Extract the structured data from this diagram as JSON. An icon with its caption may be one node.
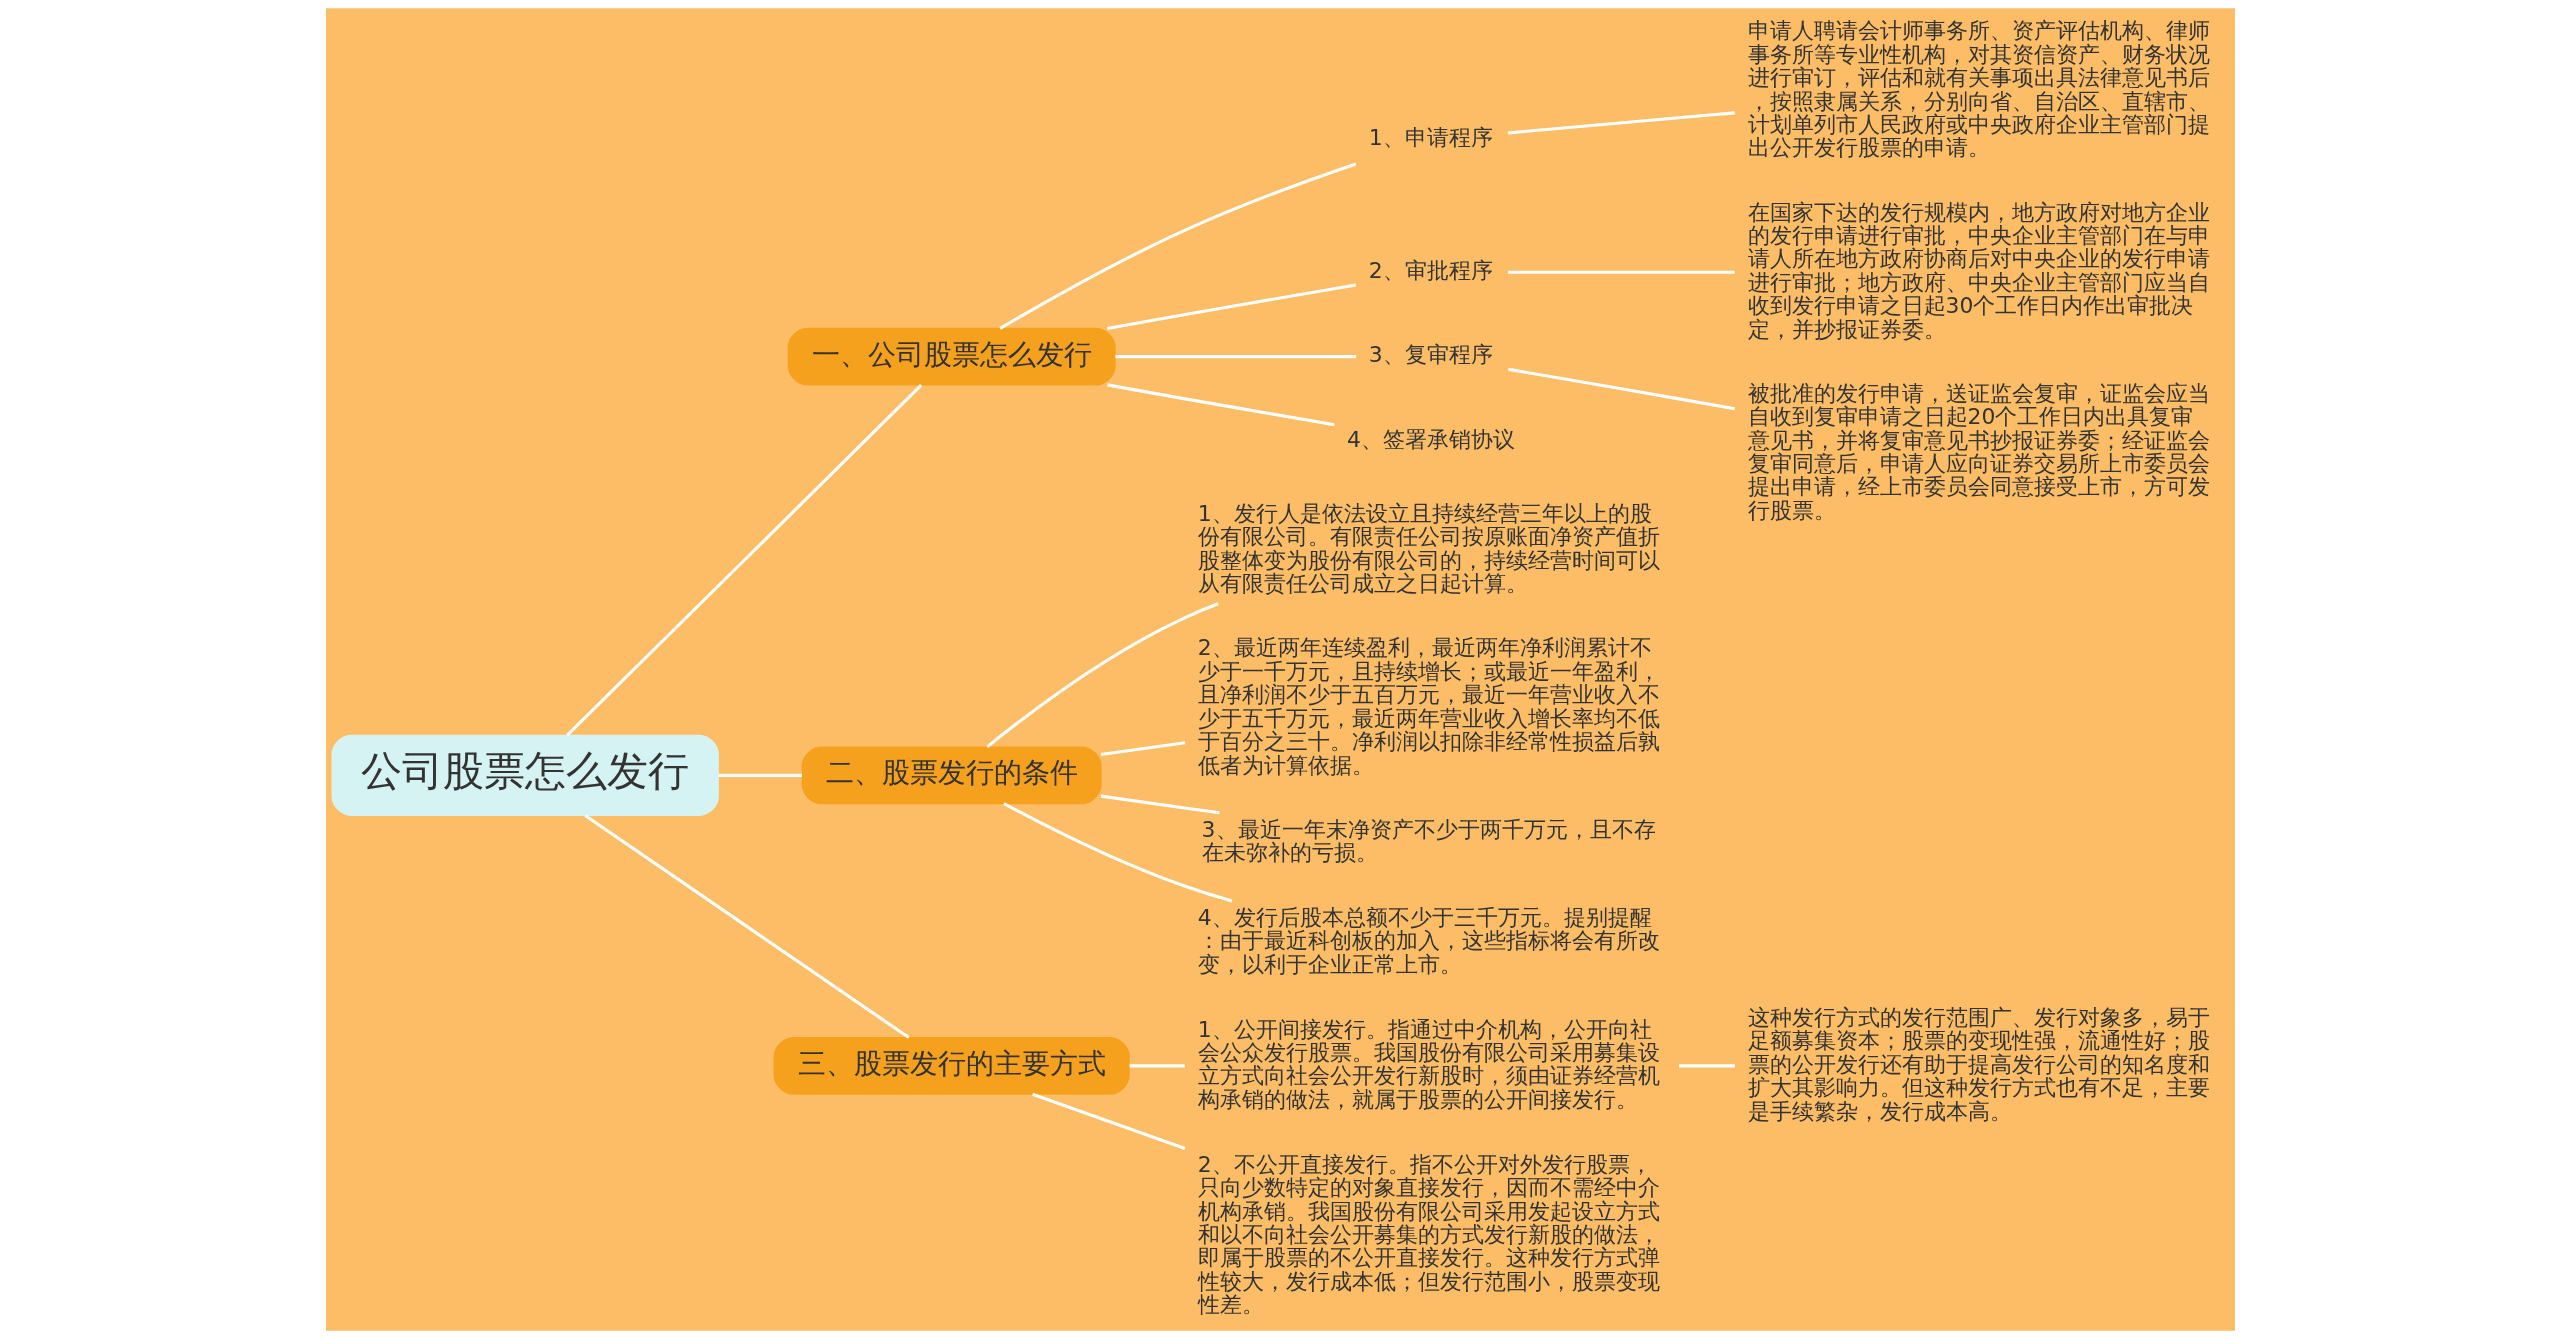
{
  "diagram": {
    "nodes": [
      {
        "text": [
          "公司股票怎么发行"
        ]
      },
      {
        "text": [
          "一、公司股票怎么发行"
        ]
      },
      {
        "text": [
          "1、申请程序"
        ]
      },
      {
        "text": [
          "申请人聘请会计师事务所、资产评估机构、律师事务所等专业性机构，对其资信资产、财务状况进行审订，评估和就有关事项出具法律意见书后，按照隶属关系，分别向省、自治区、直辖市、计划单列市人民政府或中央政府企业主管部门提出公开发行股票的申请。"
        ]
      },
      {
        "text": [
          "2、审批程序"
        ]
      },
      {
        "text": [
          "在国家下达的发行规模内，地方政府对地方企业的发行申请进行审批，中央企业主管部门在与申请人所在地方政府协商后对中央企业的发行申请进行审批；地方政府、中央企业主管部门应当自收到发行申请之日起30个工作日内作出审批决定，并抄报证券委。"
        ]
      },
      {
        "text": [
          "3、复审程序"
        ]
      },
      {
        "text": [
          "被批准的发行申请，送证监会复审，证监会应当自收到复审申请之日起20个工作日内出具复审意见书，并将复审意见书抄报证券委；经证监会复审同意后，申请人应向证券交易所上市委员会提出申请，经上市委员会同意接受上市，方可发行股票。"
        ]
      },
      {
        "text": [
          "4、签署承销协议"
        ]
      },
      {
        "text": [
          "二、股票发行的条件"
        ]
      },
      {
        "text": [
          "1、发行人是依法设立且持续经营三年以上的股份有限公司。有限责任公司按原账面净资产值折股整体变为股份有限公司的，持续经营时间可以从有限责任公司成立之日起计算。"
        ]
      },
      {
        "text": [
          "2、最近两年连续盈利，最近两年净利润累计不少于一千万元，且持续增长；或最近一年盈利，且净利润不少于五百万元，最近一年营业收入不少于五千万元，最近两年营业收入增长率均不低于百分之三十。净利润以扣除非经常性损益后孰低者为计算依据。"
        ]
      },
      {
        "text": [
          "3、最近一年末净资产不少于两千万元，且不存在未弥补的亏损。"
        ]
      },
      {
        "text": [
          "4、发行后股本总额不少于三千万元。提别提醒：由于最近科创板的加入，这些指标将会有所改变，以利于企业正常上市。"
        ]
      },
      {
        "text": [
          "三、股票发行的主要方式"
        ]
      },
      {
        "text": [
          "1、公开间接发行。指通过中介机构，公开向社会公众发行股票。我国股份有限公司采用募集设立方式向社会公开发行新股时，须由证券经营机构承销的做法，就属于股票的公开间接发行。"
        ]
      },
      {
        "text": [
          "这种发行方式的发行范围广、发行对象多，易于足额募集资本；股票的变现性强，流通性好；股票的公开发行还有助于提高发行公司的知名度和扩大其影响力。但这种发行方式也有不足，主要是手续繁杂，发行成本高。"
        ]
      },
      {
        "text": [
          "2、不公开直接发行。指不公开对外发行股票，只向少数特定的对象直接发行，因而不需经中介机构承销。我国股份有限公司采用发起设立方式和以不向社会公开募集的方式发行新股的做法，即属于股票的不公开直接发行。这种发行方式弹性较大，发行成本低；但发行范围小，股票变现性差。"
        ]
      }
    ],
    "edges": [
      {
        "from": 0,
        "to": 1,
        "arrow": "none"
      },
      {
        "from": 1,
        "to": 2,
        "arrow": "none"
      },
      {
        "from": 2,
        "to": 3,
        "arrow": "none"
      },
      {
        "from": 1,
        "to": 4,
        "arrow": "none"
      },
      {
        "from": 4,
        "to": 5,
        "arrow": "none"
      },
      {
        "from": 1,
        "to": 6,
        "arrow": "none"
      },
      {
        "from": 6,
        "to": 7,
        "arrow": "none"
      },
      {
        "from": 1,
        "to": 8,
        "arrow": "none"
      },
      {
        "from": 0,
        "to": 9,
        "arrow": "none"
      },
      {
        "from": 9,
        "to": 10,
        "arrow": "none"
      },
      {
        "from": 9,
        "to": 11,
        "arrow": "none"
      },
      {
        "from": 9,
        "to": 12,
        "arrow": "none"
      },
      {
        "from": 9,
        "to": 13,
        "arrow": "none"
      },
      {
        "from": 0,
        "to": 14,
        "arrow": "none"
      },
      {
        "from": 14,
        "to": 15,
        "arrow": "none"
      },
      {
        "from": 15,
        "to": 16,
        "arrow": "none"
      },
      {
        "from": 14,
        "to": 17,
        "arrow": "none"
      }
    ]
  }
}
